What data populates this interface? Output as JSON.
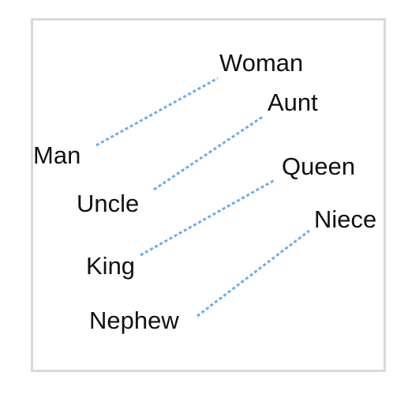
{
  "diagram": {
    "line_color": "#6aaeea",
    "frame_color": "#d9d9d9",
    "pairs": [
      {
        "from": "Man",
        "to": "Woman"
      },
      {
        "from": "Uncle",
        "to": "Aunt"
      },
      {
        "from": "King",
        "to": "Queen"
      },
      {
        "from": "Nephew",
        "to": "Niece"
      }
    ]
  }
}
